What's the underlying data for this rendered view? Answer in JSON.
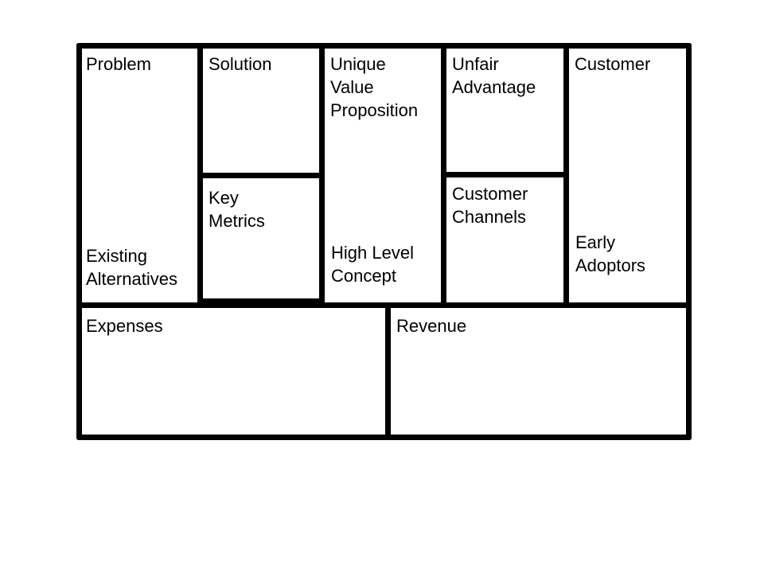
{
  "canvas": {
    "line_color": "#000000",
    "background": "#ffffff",
    "sections": {
      "problem": "Problem",
      "existing_alternatives": "Existing\nAlternatives",
      "solution": "Solution",
      "key_metrics": "Key\nMetrics",
      "unique_value_proposition": "Unique\nValue\nProposition",
      "high_level_concept": "High Level\nConcept",
      "unfair_advantage": "Unfair\nAdvantage",
      "customer_channels": "Customer\nChannels",
      "customer": "Customer",
      "early_adoptors": "Early\nAdoptors",
      "expenses": "Expenses",
      "revenue": "Revenue"
    }
  }
}
